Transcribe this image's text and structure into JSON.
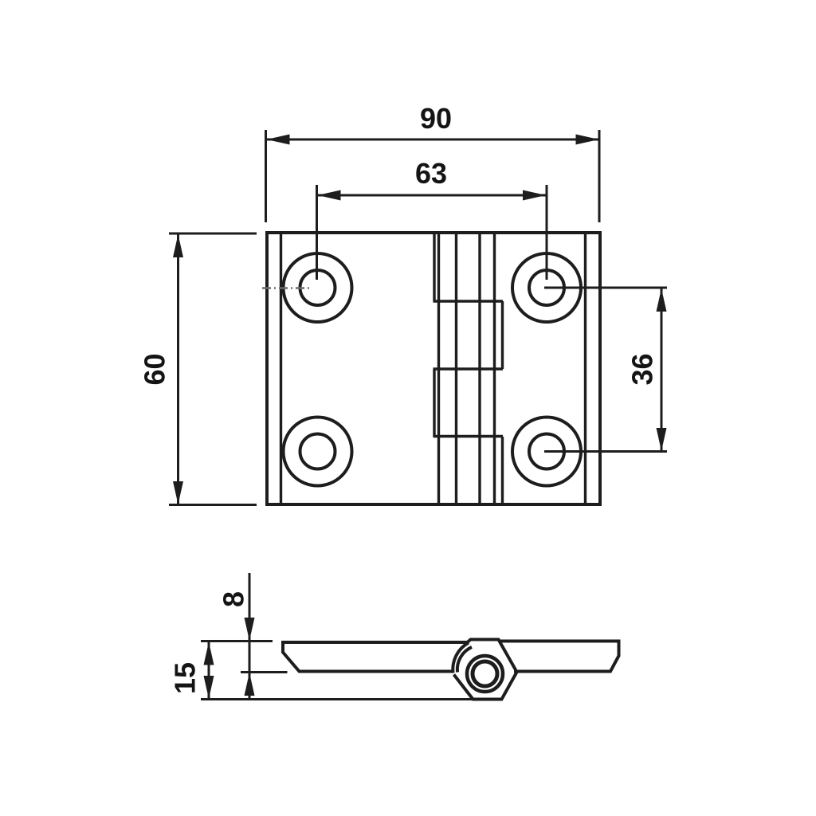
{
  "page": {
    "background": "#ffffff",
    "line_color": "#1d1d1d"
  },
  "drawing": {
    "kind": "hinge-engineering-drawing",
    "views": {
      "top_view": "hinge plan view with four screw holes and center knuckle barrel",
      "side_view": "hinge profile view with pin barrel"
    },
    "dimensions": {
      "overall_width": "90",
      "hole_pitch_horizontal": "63",
      "overall_height": "60",
      "hole_pitch_vertical": "36",
      "leaf_thickness": "8",
      "overall_thickness": "15"
    }
  }
}
